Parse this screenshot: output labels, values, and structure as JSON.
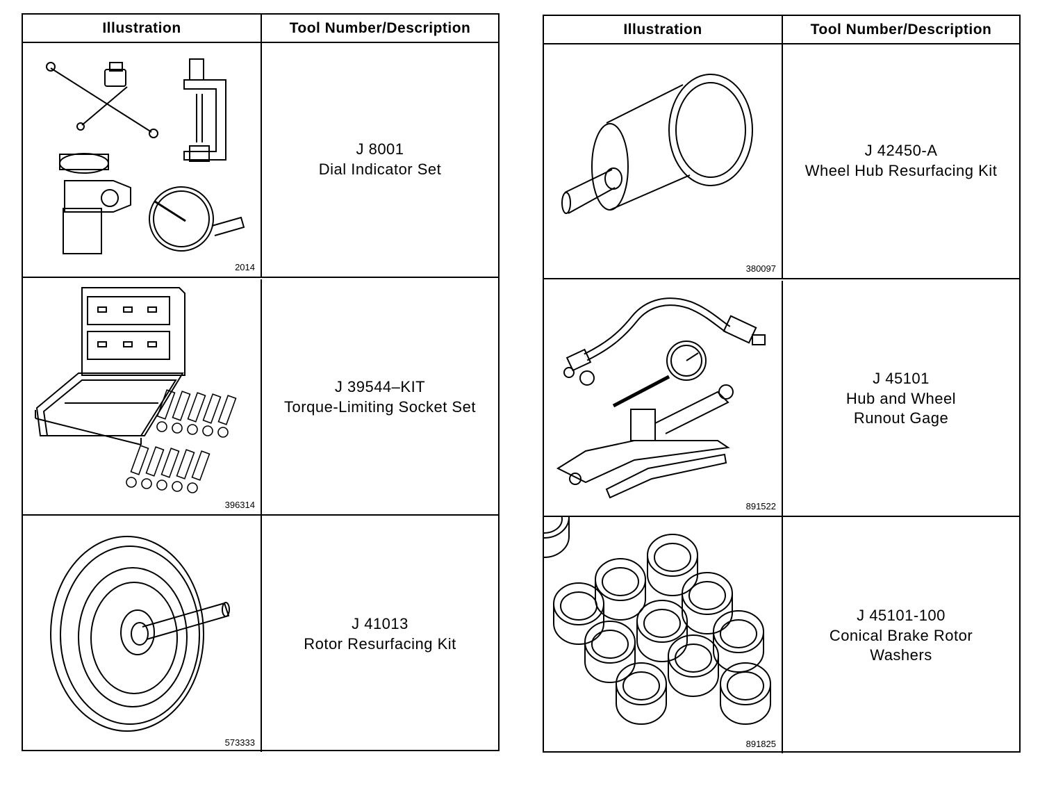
{
  "header": {
    "illustration_label": "Illustration",
    "tool_label": "Tool Number/Description"
  },
  "left_table": {
    "rows": [
      {
        "figure_id": "2014",
        "tool_number": "J 8001",
        "description": "Dial Indicator Set",
        "icon": "dial-indicator-set-icon"
      },
      {
        "figure_id": "396314",
        "tool_number": "J 39544–KIT",
        "description": "Torque-Limiting Socket Set",
        "icon": "socket-set-case-icon"
      },
      {
        "figure_id": "573333",
        "tool_number": "J 41013",
        "description": "Rotor Resurfacing Kit",
        "icon": "rotor-resurfacing-icon"
      }
    ]
  },
  "right_table": {
    "rows": [
      {
        "figure_id": "380097",
        "tool_number": "J 42450-A",
        "description": "Wheel Hub Resurfacing Kit",
        "icon": "hub-resurfacing-icon"
      },
      {
        "figure_id": "891522",
        "tool_number": "J 45101",
        "description": "Hub and Wheel\nRunout Gage",
        "icon": "runout-gage-icon"
      },
      {
        "figure_id": "891825",
        "tool_number": "J 45101-100",
        "description": "Conical Brake Rotor\nWashers",
        "icon": "rotor-washers-icon"
      }
    ]
  }
}
